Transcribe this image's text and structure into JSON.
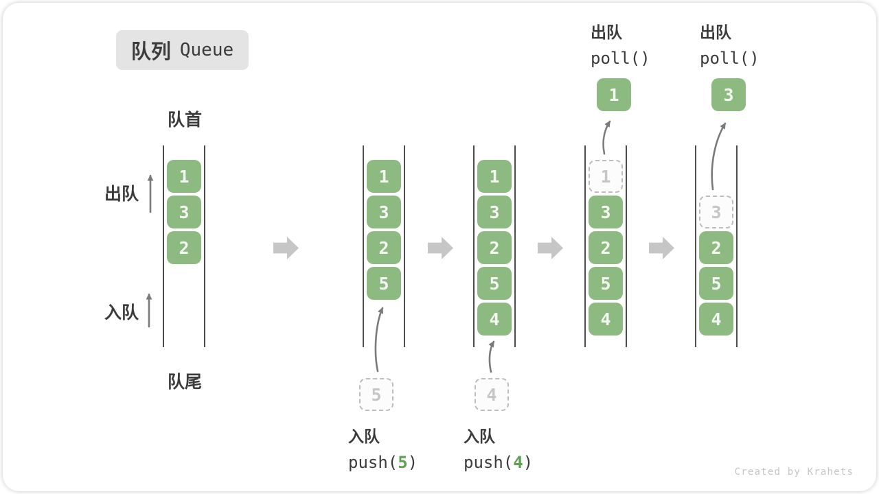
{
  "title": {
    "zh": "队列",
    "en": "Queue"
  },
  "labels": {
    "front": "队首",
    "rear": "队尾",
    "dequeue": "出队",
    "enqueue": "入队"
  },
  "watermark": "Created by Krahets",
  "colors": {
    "box_green": "#8CBA80",
    "box_text": "#F4F7F1",
    "dashed_border": "#BDBDBD",
    "dashed_text": "#C6C6C6",
    "dashed_bg": "#FCFCFC",
    "wall": "#4D4D4D",
    "big_arrow": "#C6C6C6",
    "small_arrow": "#7A7A7A",
    "badge_bg": "#E4E4E4",
    "text_dark": "#3B3B3B",
    "code_green": "#5FA052",
    "watermark_color": "#C6C6C6",
    "card_bg": "#FFFFFF"
  },
  "states": [
    {
      "slots": [
        {
          "v": "1",
          "t": "solid"
        },
        {
          "v": "3",
          "t": "solid"
        },
        {
          "v": "2",
          "t": "solid"
        }
      ]
    },
    {
      "slots": [
        {
          "v": "1",
          "t": "solid"
        },
        {
          "v": "3",
          "t": "solid"
        },
        {
          "v": "2",
          "t": "solid"
        },
        {
          "v": "5",
          "t": "solid"
        }
      ],
      "incoming": {
        "v": "5"
      },
      "op": {
        "zh": "入队",
        "pre": "push(",
        "arg": "5",
        "post": ")"
      }
    },
    {
      "slots": [
        {
          "v": "1",
          "t": "solid"
        },
        {
          "v": "3",
          "t": "solid"
        },
        {
          "v": "2",
          "t": "solid"
        },
        {
          "v": "5",
          "t": "solid"
        },
        {
          "v": "4",
          "t": "solid"
        }
      ],
      "incoming": {
        "v": "4"
      },
      "op": {
        "zh": "入队",
        "pre": "push(",
        "arg": "4",
        "post": ")"
      }
    },
    {
      "slots": [
        {
          "v": "1",
          "t": "dashed"
        },
        {
          "v": "3",
          "t": "solid"
        },
        {
          "v": "2",
          "t": "solid"
        },
        {
          "v": "5",
          "t": "solid"
        },
        {
          "v": "4",
          "t": "solid"
        }
      ],
      "popped": {
        "v": "1"
      },
      "op": {
        "zh": "出队",
        "pre": "poll()",
        "arg": "",
        "post": ""
      }
    },
    {
      "slots": [
        {
          "t": "empty"
        },
        {
          "v": "3",
          "t": "dashed"
        },
        {
          "v": "2",
          "t": "solid"
        },
        {
          "v": "5",
          "t": "solid"
        },
        {
          "v": "4",
          "t": "solid"
        }
      ],
      "popped": {
        "v": "3"
      },
      "op": {
        "zh": "出队",
        "pre": "poll()",
        "arg": "",
        "post": ""
      }
    }
  ]
}
